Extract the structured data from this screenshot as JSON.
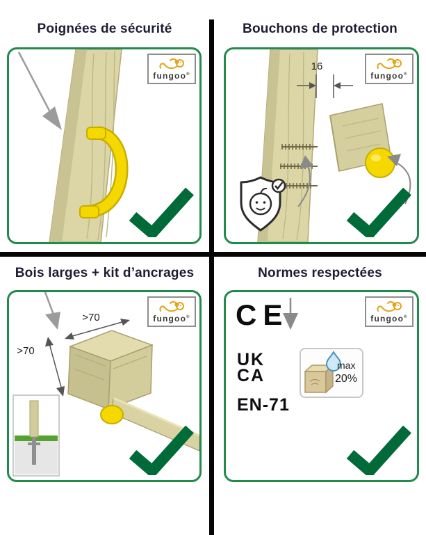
{
  "brand": {
    "name": "fungoo",
    "mark": "®"
  },
  "colors": {
    "box_border_green": "#218a4c",
    "checkmark_green": "#006b38",
    "divider_black": "#050505",
    "wood": "#dcd6a6",
    "handle_yellow": "#f4d800",
    "arrow_gray": "#9b9b9b",
    "drop_blue": "#cfe9f8"
  },
  "panels": {
    "handles": {
      "title": "Poignées de sécurité"
    },
    "caps": {
      "title": "Bouchons de protection",
      "dimension": "16"
    },
    "anchors": {
      "title": "Bois larges + kit d’ancrages",
      "dim_top": ">70",
      "dim_left": ">70"
    },
    "norms": {
      "title": "Normes respectées",
      "ce": "CE",
      "ukca_top": "UK",
      "ukca_bottom": "CA",
      "en71": "EN-71",
      "humidity_label": "max",
      "humidity_value": "20%"
    }
  }
}
